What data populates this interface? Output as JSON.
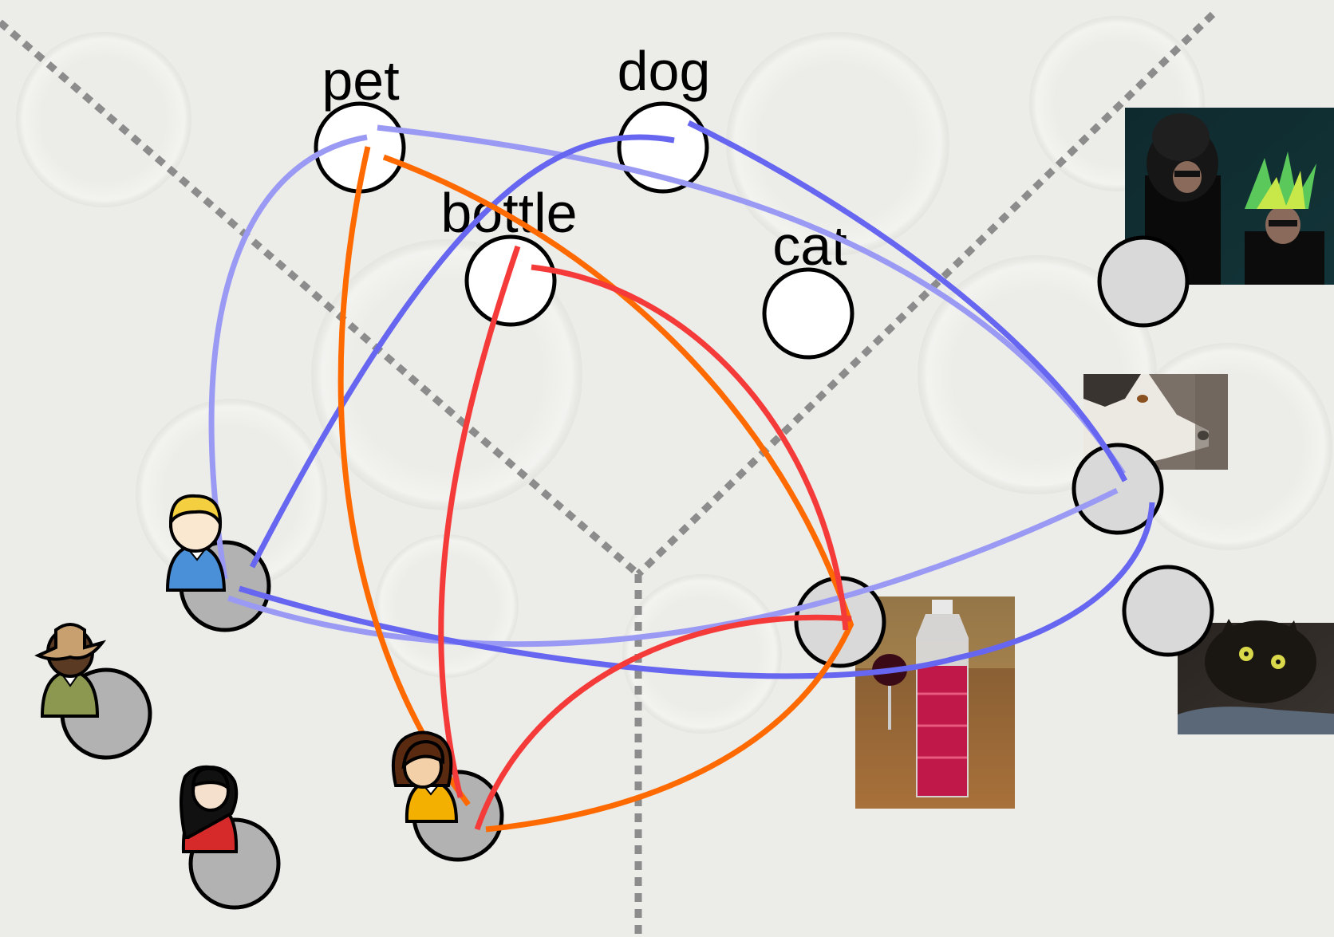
{
  "tags": [
    {
      "id": "pet",
      "label": "pet"
    },
    {
      "id": "dog",
      "label": "dog"
    },
    {
      "id": "bottle",
      "label": "bottle"
    },
    {
      "id": "cat",
      "label": "cat"
    }
  ],
  "users": [
    "blond-man",
    "hat-man",
    "dark-hair-woman",
    "brown-hair-woman"
  ],
  "photos": [
    "concert-photo",
    "husky-dog-photo",
    "red-bottle-photo",
    "black-cat-photo"
  ],
  "colors": {
    "background": "#ecece8",
    "separator": "#8c8c8c",
    "tag_node": "#ffffff",
    "user_node": "#b2b2b2",
    "photo_node": "#d9d9d9",
    "link_light_blue": "#9a9af5",
    "link_blue": "#6666f0",
    "link_orange": "#ff6a00",
    "link_red": "#f53a3a"
  }
}
